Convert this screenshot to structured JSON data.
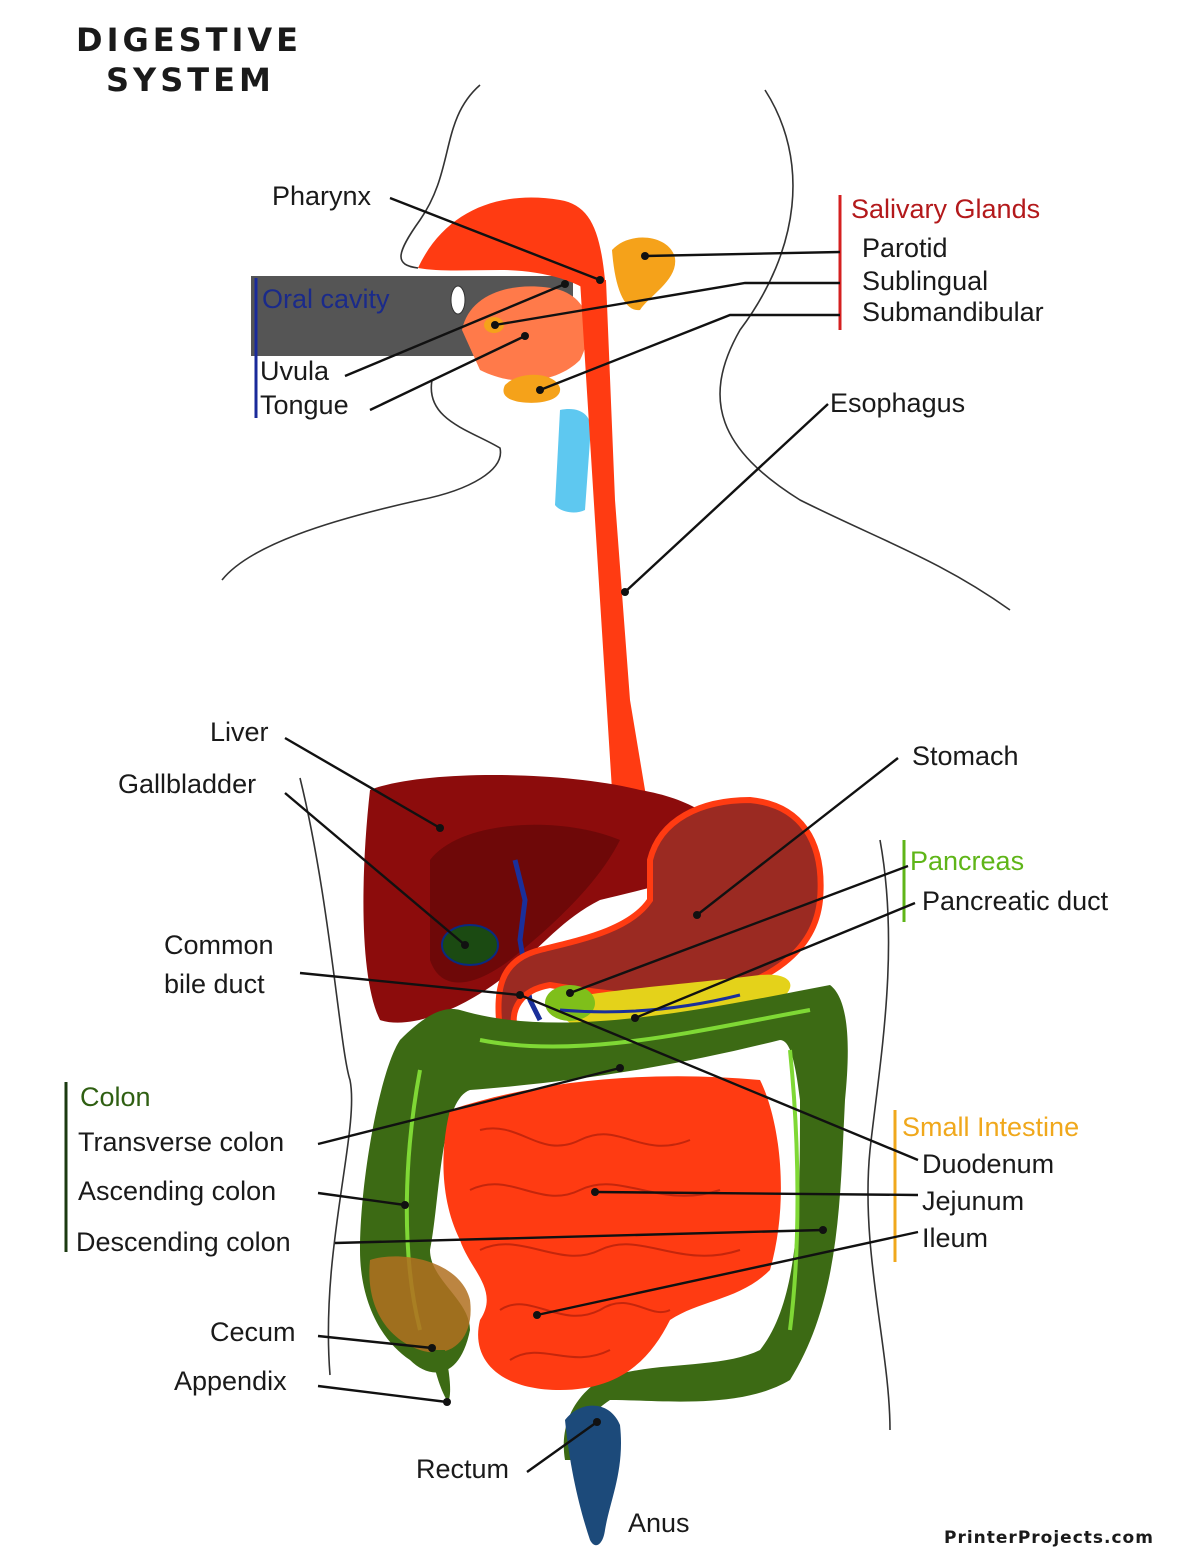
{
  "title_lines": [
    "DIGESTIVE",
    "SYSTEM"
  ],
  "credit": "PrinterProjects.com",
  "groups": {
    "salivary": "Salivary Glands",
    "oral": "Oral cavity",
    "pancreas": "Pancreas",
    "colon": "Colon",
    "small_intestine": "Small Intestine"
  },
  "labels": {
    "pharynx": "Pharynx",
    "parotid": "Parotid",
    "sublingual": "Sublingual",
    "submandibular": "Submandibular",
    "uvula": "Uvula",
    "tongue": "Tongue",
    "esophagus": "Esophagus",
    "liver": "Liver",
    "gallbladder": "Gallbladder",
    "stomach": "Stomach",
    "pancreatic_duct": "Pancreatic duct",
    "common_bile_duct_1": "Common",
    "common_bile_duct_2": "bile duct",
    "transverse_colon": "Transverse colon",
    "ascending_colon": "Ascending colon",
    "descending_colon": "Descending colon",
    "duodenum": "Duodenum",
    "jejunum": "Jejunum",
    "ileum": "Ileum",
    "cecum": "Cecum",
    "appendix": "Appendix",
    "rectum": "Rectum",
    "anus": "Anus"
  },
  "colors": {
    "digestive_tract": "#ff3b12",
    "liver": "#8c0c0c",
    "stomach": "#9b2a22",
    "colon": "#3c6a14",
    "salivary": "#f5a21a",
    "pancreas": "#e4d21a",
    "oral_cavity_band": "#555555",
    "trachea": "#5ec8f0",
    "rectum": "#1c4a7a"
  }
}
